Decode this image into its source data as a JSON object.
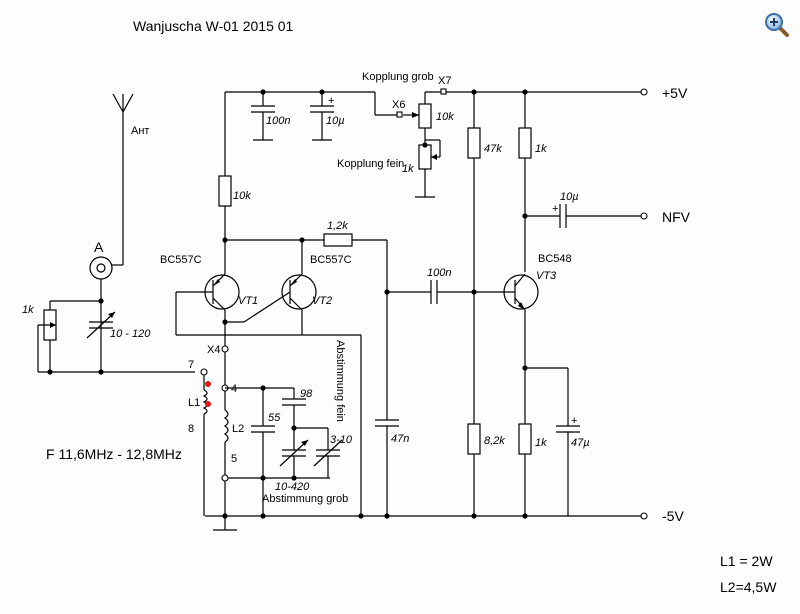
{
  "title": "Wanjuscha W-01 2015 01",
  "frequency": "F 11,6MHz - 12,8MHz",
  "notes": [
    "L1 = 2W",
    "L2=4,5W"
  ],
  "antenna": {
    "label": "Ант",
    "connector": "A"
  },
  "rails": {
    "plus": "+5V",
    "minus": "-5V",
    "nfv": "NFV"
  },
  "connectors": {
    "x4": "X4",
    "x6": "X6",
    "x7": "X7"
  },
  "coil_pins": {
    "p7": "7",
    "p8": "8",
    "p4": "4",
    "p5": "5"
  },
  "coils": {
    "l1": "L1",
    "l2": "L2"
  },
  "transistors": {
    "vt1": {
      "ref": "VT1",
      "type": "BC557C"
    },
    "vt2": {
      "ref": "VT2",
      "type": "BC557C"
    },
    "vt3": {
      "ref": "VT3",
      "type": "BC548"
    }
  },
  "components": {
    "c100n_top": "100n",
    "c10u_top": "10µ",
    "pot_coupling": "10k",
    "r_top_10k": "10k",
    "r_1k2": "1,2k",
    "c100n_mid": "100n",
    "r47k": "47k",
    "r1k_top": "1k",
    "c10u_nfv": "10µ",
    "r1k_pot_fine": "1k",
    "r1k_ant": "1k",
    "cvar_ant": "10 - 120",
    "c98": "98",
    "c55": "55",
    "cvar_main": "10-420",
    "ctrim": "3-10",
    "c47n": "47n",
    "r8k2": "8,2k",
    "r1k_bot": "1k",
    "c47u": "47µ"
  },
  "texts": {
    "coupling_coarse": "Kopplung grob",
    "coupling_fine": "Kopplung fein",
    "tuning_coarse": "Abstimmung grob",
    "tuning_fine": "Abstimmung fein"
  },
  "ui": {
    "zoom_icon": "magnifier-plus-icon"
  }
}
